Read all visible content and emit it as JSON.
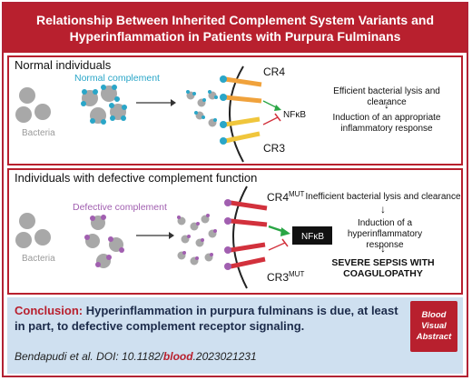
{
  "title": "Relationship Between Inherited Complement System Variants and Hyperinflammation in Patients with Purpura Fulminans",
  "normal_panel": {
    "heading": "Normal individuals",
    "complement_label": "Normal complement",
    "bacteria_label": "Bacteria",
    "receptor_top": "CR4",
    "receptor_bottom": "CR3",
    "signal": "NFκB",
    "outcome_1": "Efficient bacterial lysis and clearance",
    "outcome_2": "Induction of an appropriate inflammatory response"
  },
  "defective_panel": {
    "heading": "Individuals with defective complement function",
    "complement_label": "Defective complement",
    "bacteria_label": "Bacteria",
    "receptor_top": "CR4",
    "receptor_top_sup": "MUT",
    "receptor_bottom": "CR3",
    "receptor_bottom_sup": "MUT",
    "signal": "NFκB",
    "outcome_1": "Inefficient bacterial lysis and clearance",
    "outcome_2": "Induction of a hyperinflammatory response",
    "outcome_3": "SEVERE SEPSIS WITH COAGULOPATHY"
  },
  "conclusion": {
    "label": "Conclusion:",
    "text": "Hyperinflammation in purpura fulminans is due, at least in part, to defective complement receptor signaling."
  },
  "citation": {
    "prefix": "Bendapudi et al. DOI: 10.1182/",
    "journal": "blood",
    "suffix": ".2023021231"
  },
  "badge": {
    "line1": "Blood",
    "line2": "Visual",
    "line3": "Abstract"
  },
  "colors": {
    "brand_red": "#b8202e",
    "normal_complement": "#2aa6c8",
    "defective_complement": "#a15fb0",
    "bacteria": "#a8a8a8",
    "cr4_bar": "#f0a23c",
    "cr3_bar": "#f0c63c",
    "mutant_bar": "#d2313c",
    "conclusion_bg": "#cfe0f0"
  }
}
